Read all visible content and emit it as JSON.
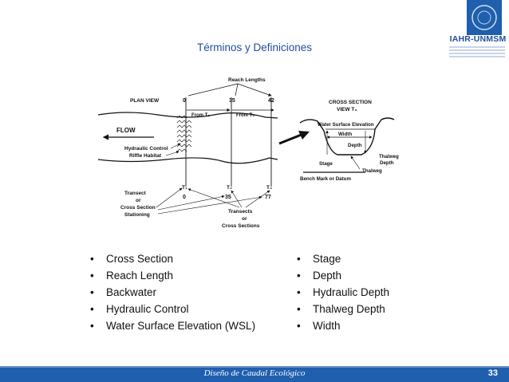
{
  "slide": {
    "title": "Términos y Definiciones",
    "logo": {
      "name": "IAHR-UNMSM",
      "accent_color": "#1f5fae"
    },
    "left_bullets": [
      "Cross Section",
      "Reach Length",
      "Backwater",
      "Hydraulic Control",
      "Water Surface Elevation (WSL)"
    ],
    "right_bullets": [
      "Stage",
      "Depth",
      "Hydraulic Depth",
      "Thalweg Depth",
      "Width"
    ],
    "footer": {
      "text": "Diseño de Caudal Ecológico",
      "page_number": "33",
      "color": "#1f5fae"
    }
  },
  "diagram": {
    "reach_lengths": "Reach Lengths",
    "plan_view": "PLAN VIEW",
    "dist_0": "0",
    "dist_35": "35",
    "dist_42": "42",
    "from_t1": "From T₁",
    "from_t2": "From T₂",
    "flow": "FLOW",
    "hydraulic_control": "Hydraulic Control",
    "riffle_habitat": "Riffle Habitat",
    "t1": "T₁",
    "t2": "T₂",
    "t3": "T₃",
    "st_0": "0",
    "st_35": "35",
    "st_77": "77",
    "transect": "Transect",
    "or1": "or",
    "cross_section": "Cross Section",
    "stationing": "Stationing",
    "transects": "Transects",
    "or2": "or",
    "cross_sections": "Cross Sections",
    "cs_line1": "CROSS SECTION",
    "cs_line2": "VIEW T₃",
    "wse": "Water Surface Elevation",
    "width": "Width",
    "depth": "Depth",
    "stage": "Stage",
    "thalweg_depth_1": "Thalweg",
    "thalweg_depth_2": "Depth",
    "thalweg": "Thalweg",
    "bench_mark": "Bench Mark or Datum"
  }
}
